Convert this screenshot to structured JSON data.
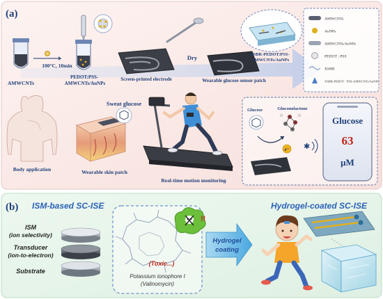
{
  "panel_a": {
    "label": "(a)",
    "step_amwcnts": "AMWCNTs",
    "step_heat": "100°C, 10min",
    "step_mix": "PEDOT:PSS-\nAMWCNTs/AuNPs",
    "step_electrode": "Screen-printed electrode",
    "step_dry": "Dry",
    "step_patch": "Wearable glucose sensor patch",
    "xsbr_label": "XSBR-PEDOT:PSS-\nAMWCNTs/AuNPs",
    "sweat_glucose": "Sweat glucose",
    "body_application": "Body application",
    "wearable_skin_patch": "Wearable skin patch",
    "motion_monitoring": "Real-time motion monitoring",
    "glucose_label": "Glucose",
    "gluconolactone_label": "Gluconolactone",
    "electron_label": "e⁻",
    "phone": {
      "title": "Glucose",
      "value": "63",
      "unit": "μM"
    },
    "legend": [
      {
        "icon": "cnt-tube-icon",
        "text": "AMWCNTs"
      },
      {
        "icon": "gold-nanoparticle-icon",
        "text": "AuNPs"
      },
      {
        "icon": "functionalized-cnt-icon",
        "text": "AMWCNTs/AuNPs"
      },
      {
        "icon": "pedot-pss-icon",
        "text": "PEDOT : PSS"
      },
      {
        "icon": "xsbr-icon",
        "text": "XSBR"
      },
      {
        "icon": "composite-icon",
        "text": "XSBR-PEDOT : PSS-AMWCNTs/AuNPs"
      }
    ]
  },
  "panel_b": {
    "label": "(b)",
    "title_left": "ISM-based SC-ISE",
    "layers": [
      {
        "name": "ISM",
        "sub": "(ion selectivity)"
      },
      {
        "name": "Transducer",
        "sub": "(ion-to-electron)"
      },
      {
        "name": "Substrate",
        "sub": ""
      }
    ],
    "toxic_label": "(Toxic...)",
    "ionophore_line1": "Potassium ionophore I",
    "ionophore_line2": "(Valinomycin)",
    "arrow_line1": "Hydrogel",
    "arrow_line2": "coating",
    "title_right": "Hydrogel-coated SC-ISE"
  },
  "colors": {
    "panel_a_bg": "#fbe9e7",
    "panel_b_bg": "#e7f4ea",
    "label_blue": "#1f3f7a",
    "title_blue": "#2b62b8",
    "gold": "#e0b020",
    "toxic_red": "#c0251b"
  }
}
